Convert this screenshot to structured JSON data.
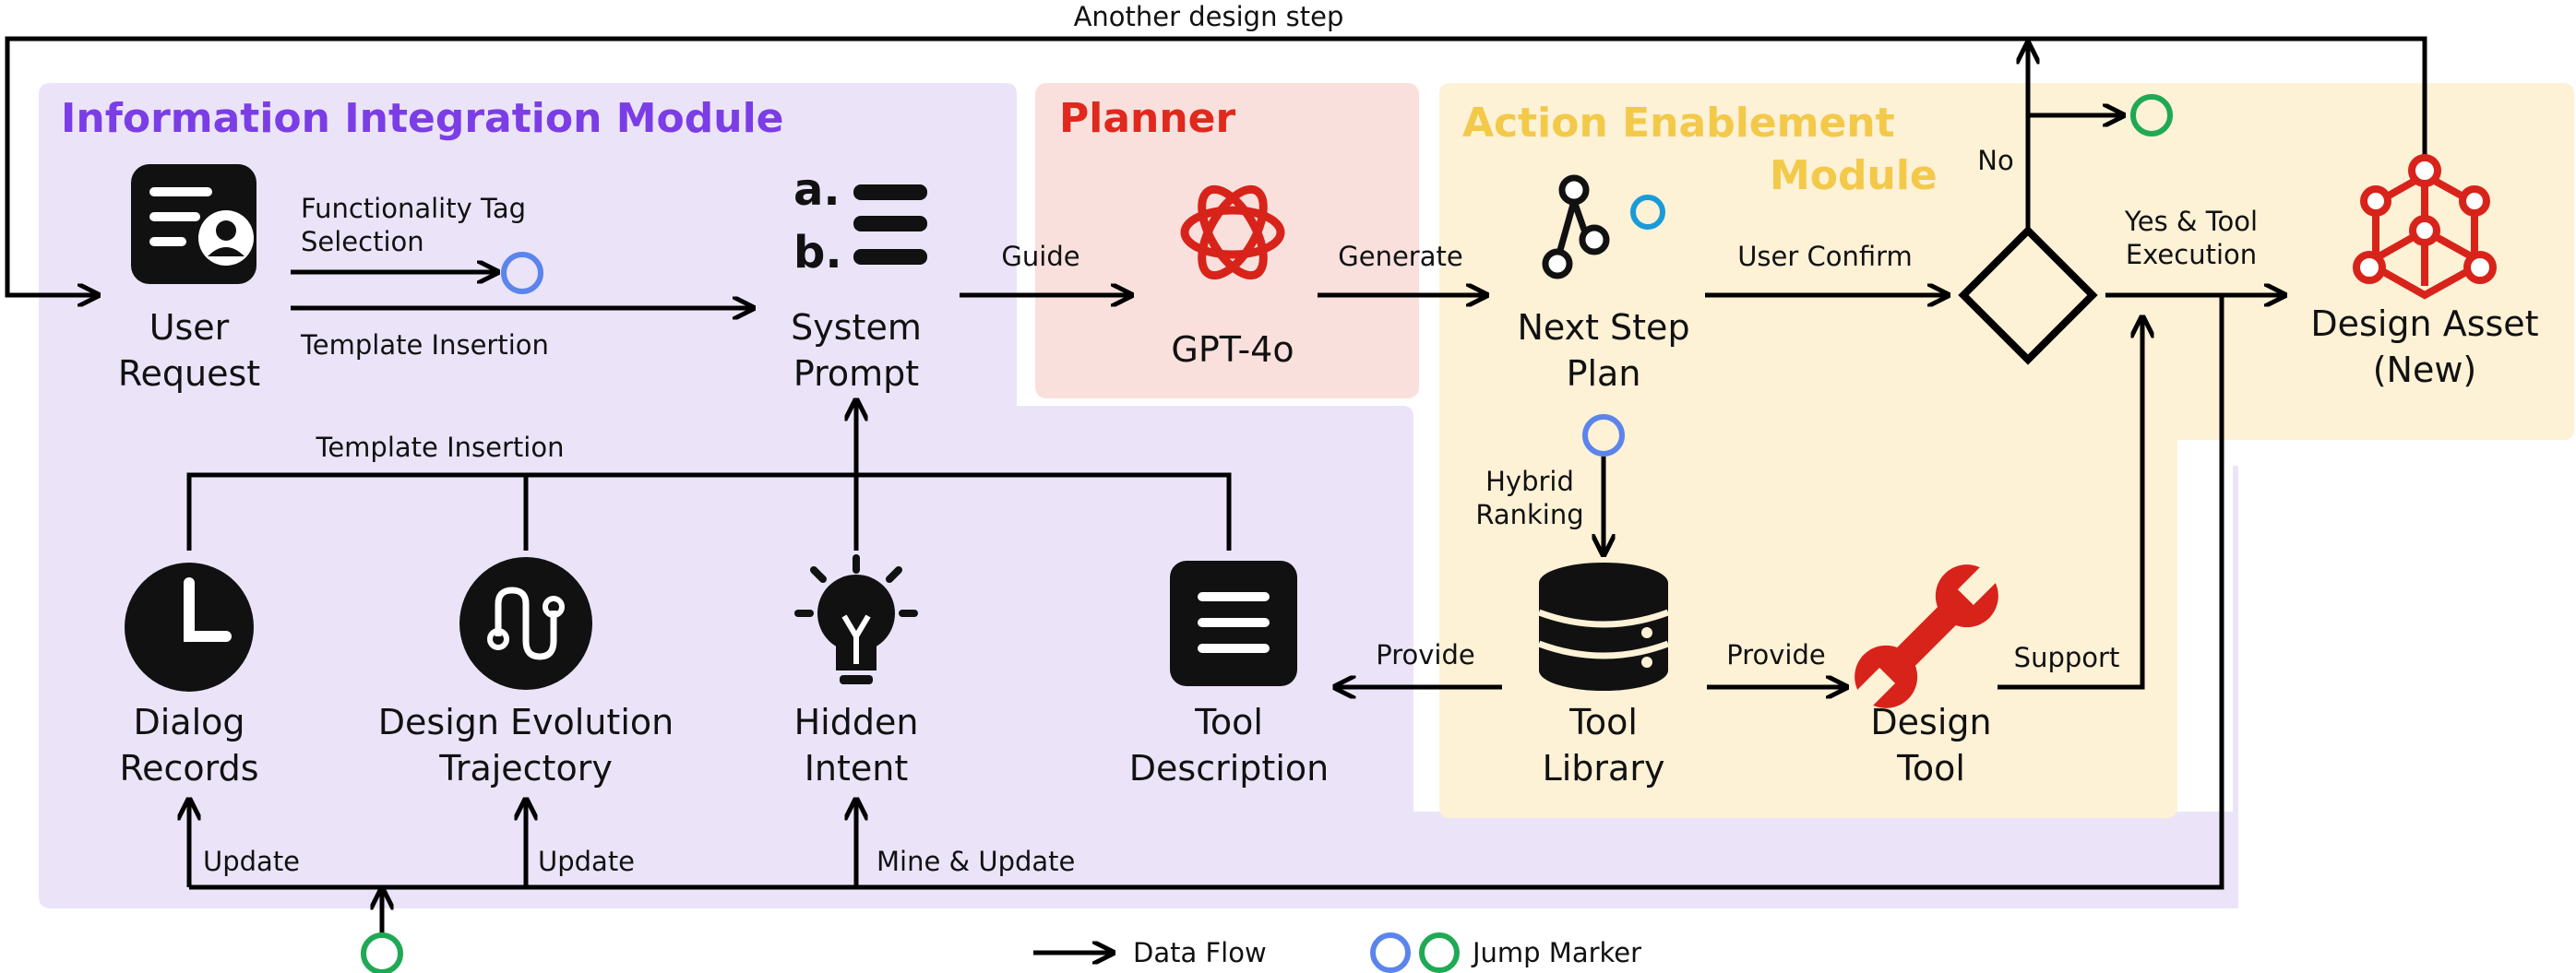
{
  "colors": {
    "integration_bg": "#ebe4f9",
    "planner_bg": "#f9e0dc",
    "action_bg": "#fdf1d6",
    "integration_title": "#7b3de6",
    "planner_title": "#e0281d",
    "action_title": "#f3c94a",
    "accent_red": "#d8231a",
    "marker_blue": "#5b84ec",
    "marker_green": "#1fa955",
    "ink": "#111111"
  },
  "modules": {
    "integration": "Information Integration Module",
    "planner": "Planner",
    "action_line1": "Action Enablement",
    "action_line2": "Module"
  },
  "nodes": {
    "user_request": [
      "User",
      "Request"
    ],
    "system_prompt": [
      "System",
      "Prompt"
    ],
    "gpt": "GPT-4o",
    "next_step_plan": [
      "Next Step",
      "Plan"
    ],
    "design_asset": [
      "Design Asset",
      "(New)"
    ],
    "dialog_records": [
      "Dialog",
      "Records"
    ],
    "design_evolution": [
      "Design Evolution",
      "Trajectory"
    ],
    "hidden_intent": [
      "Hidden",
      "Intent"
    ],
    "tool_description": [
      "Tool",
      "Description"
    ],
    "tool_library": [
      "Tool",
      "Library"
    ],
    "design_tool": [
      "Design",
      "Tool"
    ]
  },
  "edges": {
    "another_design_step": "Another design step",
    "functionality_tag": [
      "Functionality Tag",
      "Selection"
    ],
    "template_insertion_top": "Template Insertion",
    "template_insertion_mid": "Template Insertion",
    "guide": "Guide",
    "generate": "Generate",
    "user_confirm": "User Confirm",
    "no": "No",
    "yes_tool": [
      "Yes & Tool",
      "Execution"
    ],
    "hybrid_ranking": [
      "Hybrid",
      "Ranking"
    ],
    "provide_left": "Provide",
    "provide_right": "Provide",
    "support": "Support",
    "update_1": "Update",
    "update_2": "Update",
    "mine_update": "Mine & Update"
  },
  "prompt_icon_letters": [
    "a.",
    "b."
  ],
  "legend": {
    "data_flow": "Data Flow",
    "jump_marker": "Jump Marker"
  },
  "icons": [
    "user-request-icon",
    "list-icon",
    "openai-logo-icon",
    "path-plan-icon",
    "network-asset-icon",
    "clock-icon",
    "trajectory-icon",
    "lightbulb-icon",
    "document-icon",
    "database-icon",
    "wrench-icon",
    "decision-diamond-icon",
    "jump-marker-icon"
  ]
}
